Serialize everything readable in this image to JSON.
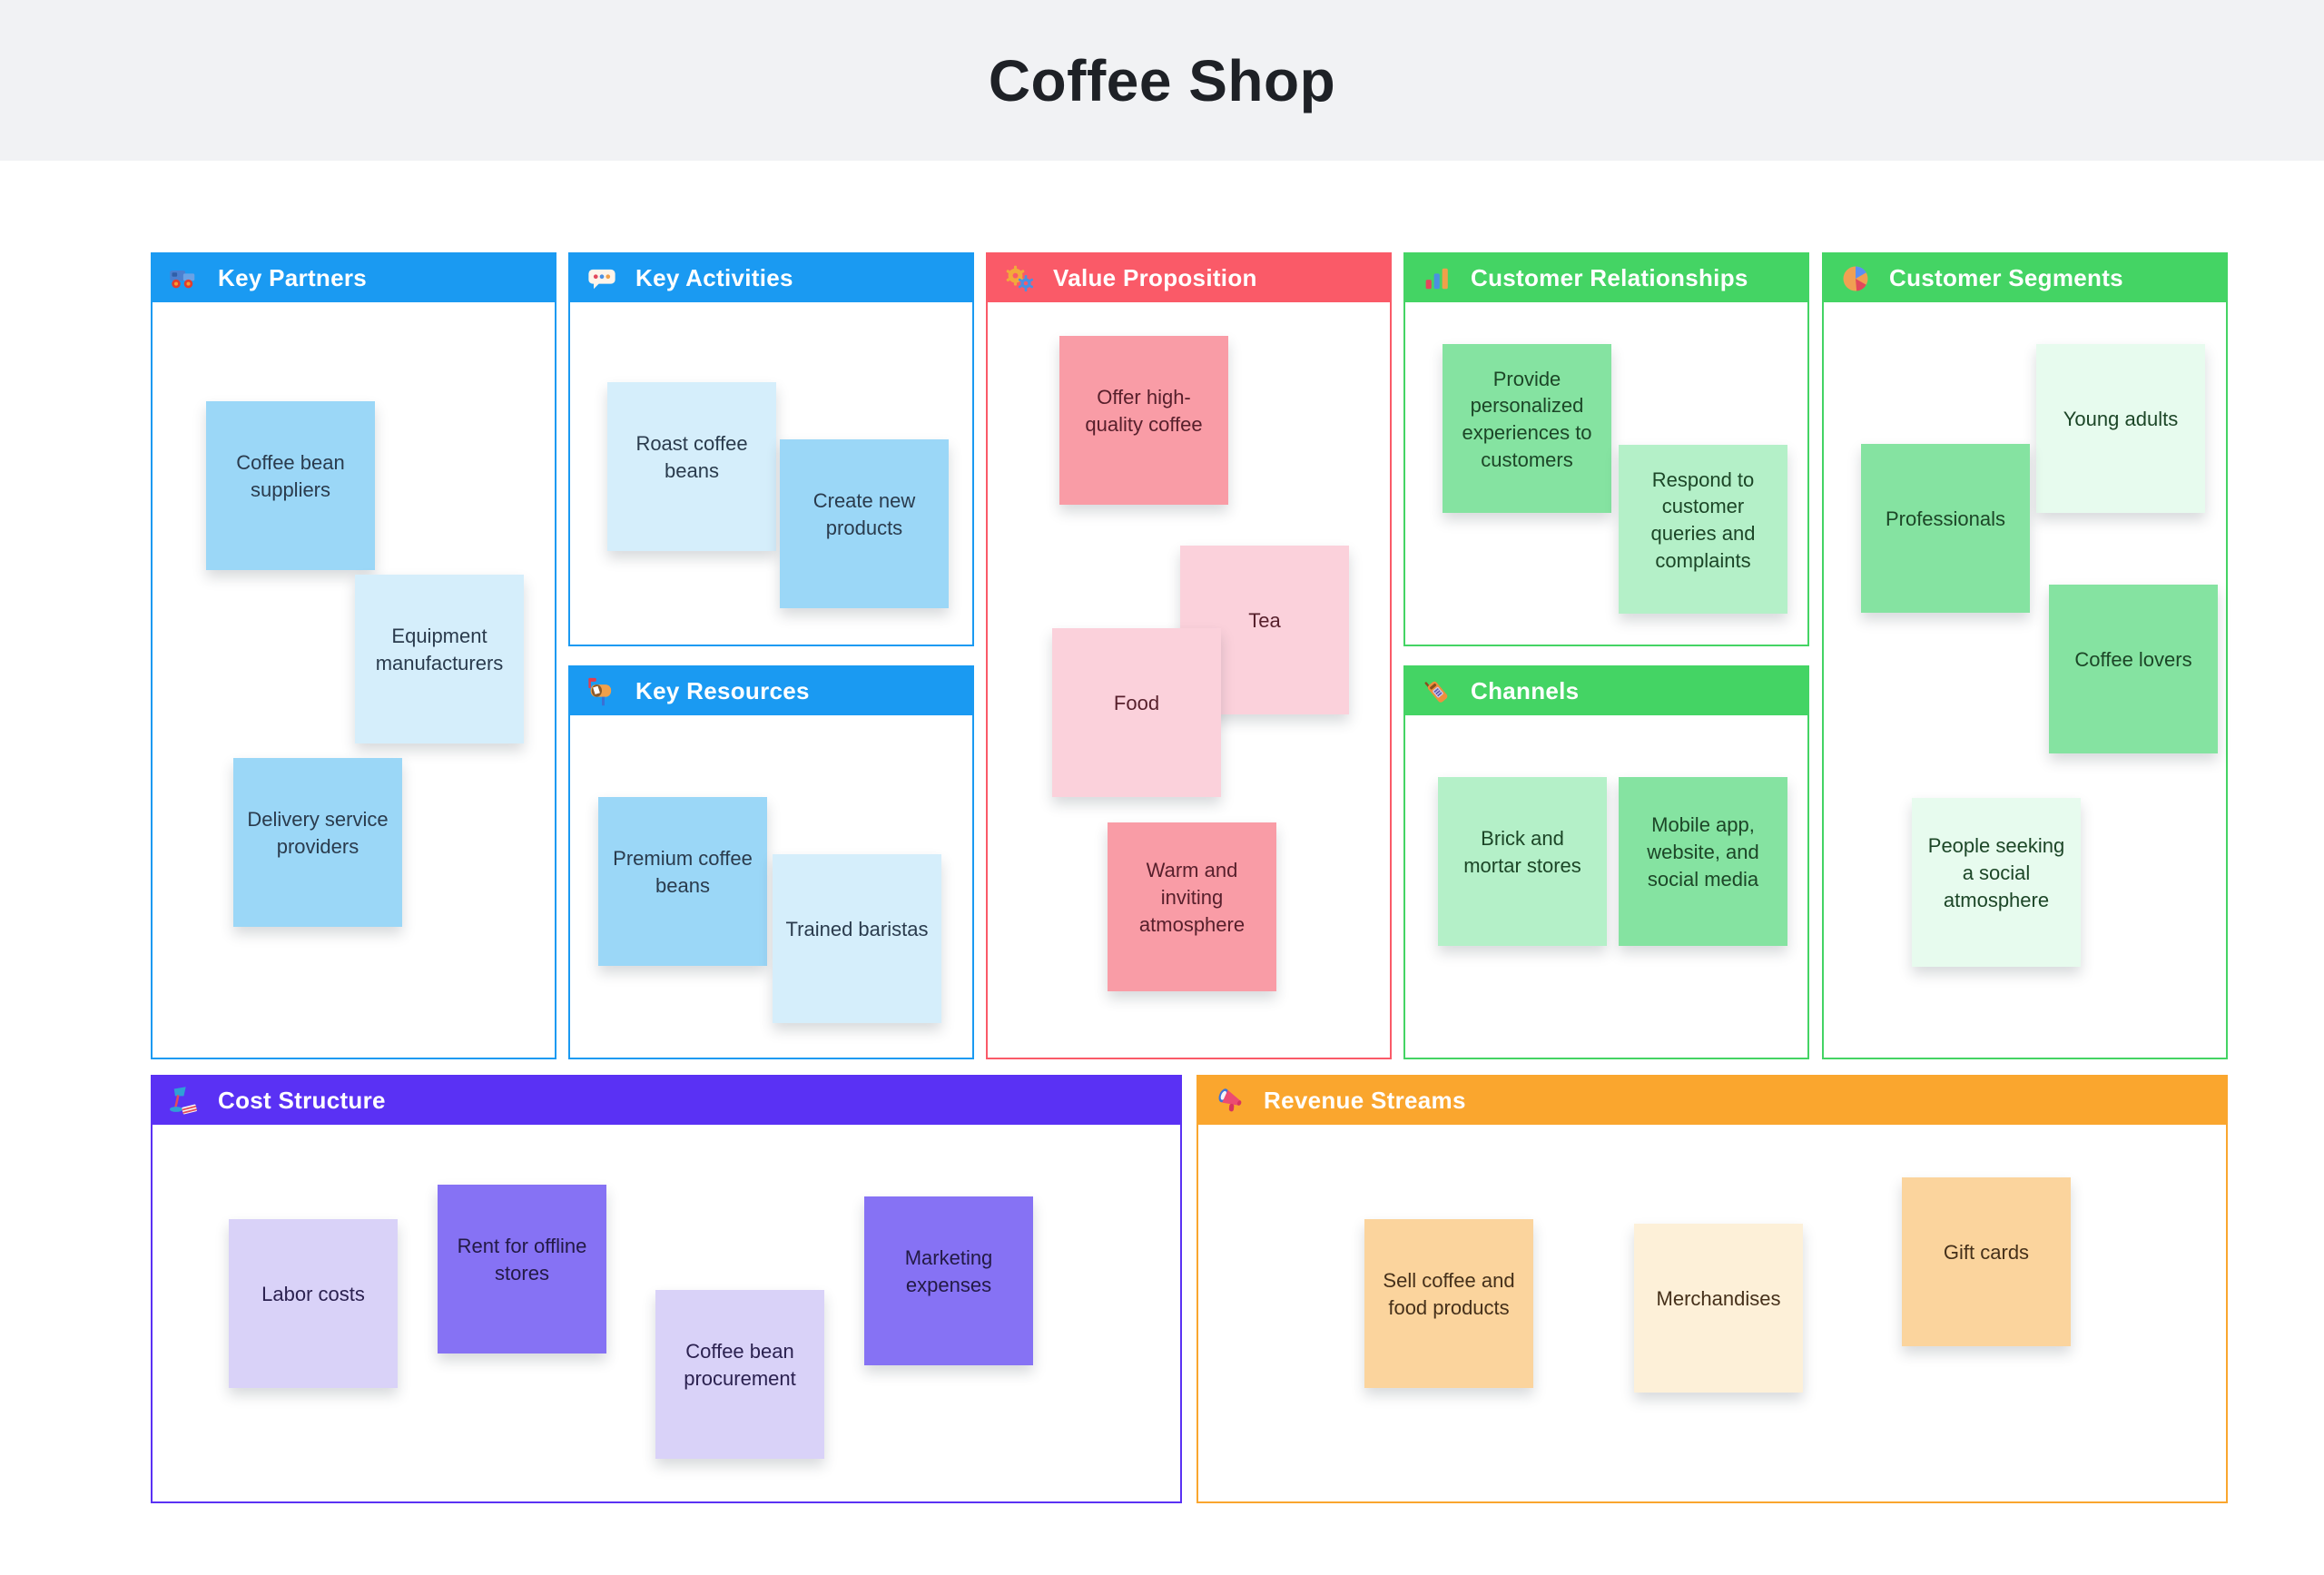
{
  "page": {
    "title": "Coffee Shop"
  },
  "icons": {
    "key_partners": "truck-icon",
    "key_activities": "speech-bubble-icon",
    "key_resources": "mailbox-icon",
    "value_proposition": "gears-icon",
    "customer_relationships": "bar-chart-icon",
    "channels": "phone-icon",
    "customer_segments": "pie-chart-icon",
    "cost_structure": "lamp-icon",
    "revenue_streams": "megaphone-icon"
  },
  "sections": [
    {
      "id": "key-partners",
      "label": "Key Partners",
      "color": "#1a9af2",
      "notes": [
        {
          "text": "Coffee bean suppliers",
          "bg": "#9bd7f7",
          "fg": "#2a3b4d"
        },
        {
          "text": "Equipment manufacturers",
          "bg": "#d5eefb",
          "fg": "#2a3b4d"
        },
        {
          "text": "Delivery service providers",
          "bg": "#9bd7f7",
          "fg": "#2a3b4d"
        }
      ]
    },
    {
      "id": "key-activities",
      "label": "Key Activities",
      "color": "#1a9af2",
      "notes": [
        {
          "text": "Roast coffee beans",
          "bg": "#d5eefb",
          "fg": "#2a3b4d"
        },
        {
          "text": "Create new products",
          "bg": "#9bd7f7",
          "fg": "#2a3b4d"
        }
      ]
    },
    {
      "id": "key-resources",
      "label": "Key Resources",
      "color": "#1a9af2",
      "notes": [
        {
          "text": "Premium coffee beans",
          "bg": "#9bd7f7",
          "fg": "#2a3b4d"
        },
        {
          "text": "Trained baristas",
          "bg": "#d5eefb",
          "fg": "#2a3b4d"
        }
      ]
    },
    {
      "id": "value-proposition",
      "label": "Value Proposition",
      "color": "#fa5a68",
      "notes": [
        {
          "text": "Offer high-quality coffee",
          "bg": "#f99ca6",
          "fg": "#561f2b"
        },
        {
          "text": "Tea",
          "bg": "#fbd1db",
          "fg": "#561f2b"
        },
        {
          "text": "Food",
          "bg": "#fbd1db",
          "fg": "#561f2b"
        },
        {
          "text": "Warm and inviting atmosphere",
          "bg": "#f99ca6",
          "fg": "#561f2b"
        }
      ]
    },
    {
      "id": "customer-relationships",
      "label": "Customer Relationships",
      "color": "#44d464",
      "notes": [
        {
          "text": "Provide personalized experiences to customers",
          "bg": "#85e3a1",
          "fg": "#1c4627"
        },
        {
          "text": "Respond to customer queries and complaints",
          "bg": "#b4f0c8",
          "fg": "#1c4627"
        }
      ]
    },
    {
      "id": "channels",
      "label": "Channels",
      "color": "#44d464",
      "notes": [
        {
          "text": "Brick and mortar stores",
          "bg": "#b4f0c8",
          "fg": "#1c4627"
        },
        {
          "text": "Mobile app, website, and social media",
          "bg": "#85e3a1",
          "fg": "#1c4627"
        }
      ]
    },
    {
      "id": "customer-segments",
      "label": "Customer Segments",
      "color": "#44d464",
      "notes": [
        {
          "text": "Young adults",
          "bg": "#e7fbee",
          "fg": "#1c4627"
        },
        {
          "text": "Professionals",
          "bg": "#85e3a1",
          "fg": "#1c4627"
        },
        {
          "text": "Coffee lovers",
          "bg": "#85e3a1",
          "fg": "#1c4627"
        },
        {
          "text": "People seeking a social atmosphere",
          "bg": "#e7fbee",
          "fg": "#1c4627"
        }
      ]
    },
    {
      "id": "cost-structure",
      "label": "Cost Structure",
      "color": "#5a31f4",
      "notes": [
        {
          "text": "Labor costs",
          "bg": "#d9d2f8",
          "fg": "#2b2150"
        },
        {
          "text": "Rent for offline stores",
          "bg": "#8672f4",
          "fg": "#231a45"
        },
        {
          "text": "Coffee bean procurement",
          "bg": "#d9d2f8",
          "fg": "#2b2150"
        },
        {
          "text": "Marketing expenses",
          "bg": "#8672f4",
          "fg": "#231a45"
        }
      ]
    },
    {
      "id": "revenue-streams",
      "label": "Revenue Streams",
      "color": "#faa62e",
      "notes": [
        {
          "text": "Sell coffee and food products",
          "bg": "#fbd49d",
          "fg": "#45301a"
        },
        {
          "text": "Merchandises",
          "bg": "#fdf0d8",
          "fg": "#45301a"
        },
        {
          "text": "Gift cards",
          "bg": "#fbd49d",
          "fg": "#45301a"
        }
      ]
    }
  ]
}
